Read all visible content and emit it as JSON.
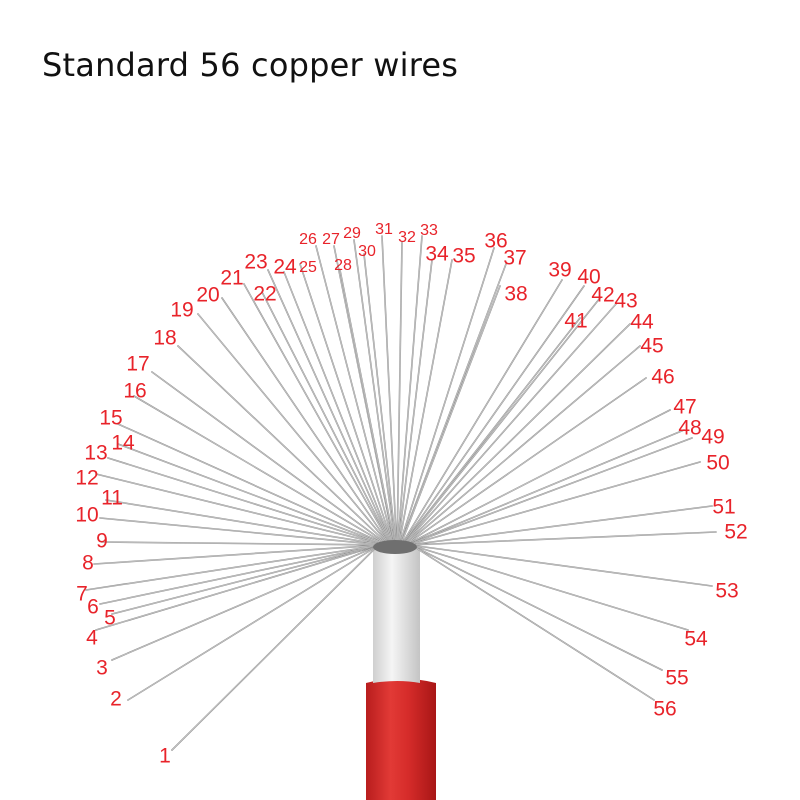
{
  "title": "Standard 56 copper wires",
  "colors": {
    "label": "#e8232a",
    "wire": "#8f8f8f",
    "wire_highlight": "#d4d4d4",
    "insulation_white": "#ececec",
    "jacket_red": "#d92b2b"
  },
  "wire_labels": [
    "1",
    "2",
    "3",
    "4",
    "5",
    "6",
    "7",
    "8",
    "9",
    "10",
    "11",
    "12",
    "13",
    "14",
    "15",
    "16",
    "17",
    "18",
    "19",
    "20",
    "21",
    "22",
    "23",
    "24",
    "25",
    "26",
    "27",
    "28",
    "29",
    "30",
    "31",
    "32",
    "33",
    "34",
    "35",
    "36",
    "37",
    "38",
    "39",
    "40",
    "41",
    "42",
    "43",
    "44",
    "45",
    "46",
    "47",
    "48",
    "49",
    "50",
    "51",
    "52",
    "53",
    "54",
    "55",
    "56"
  ]
}
